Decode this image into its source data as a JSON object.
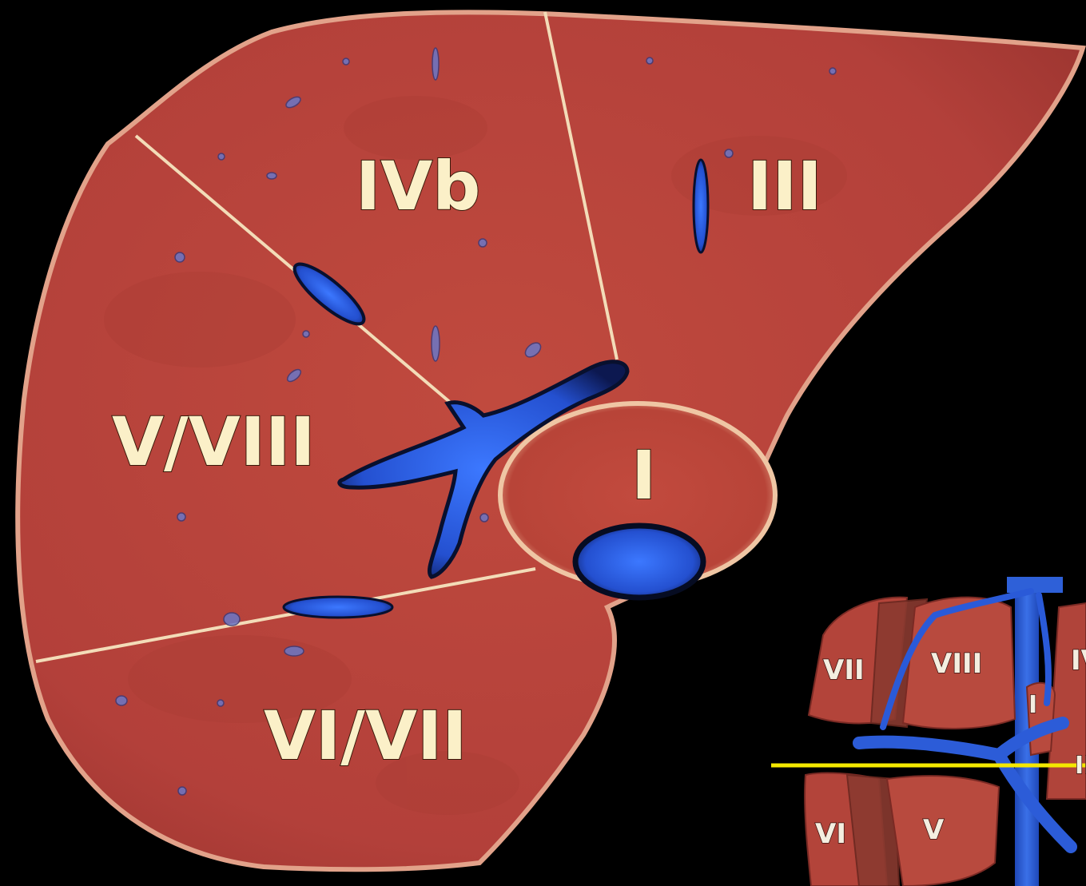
{
  "main_labels": {
    "segment_ivb": "IVb",
    "segment_iii": "III",
    "segment_v_viii": "V/VIII",
    "segment_i": "I",
    "segment_vi_vii": "VI/VII"
  },
  "inset": {
    "labels": {
      "seg_vii": "VII",
      "seg_viii": "VIII",
      "seg_iv_partial": "IV",
      "seg_i": "I",
      "seg_ii_partial": "II",
      "seg_vi": "VI",
      "seg_v": "V"
    },
    "cut_line_color": "#f4e800"
  },
  "colors": {
    "background": "#000000",
    "liver": "#b8443a",
    "liver_edge": "#e6a48c",
    "boundary": "#f3dcb8",
    "vessel": "#2a55d8",
    "vessel_dark": "#0c1850",
    "label": "#fbf0c8"
  }
}
